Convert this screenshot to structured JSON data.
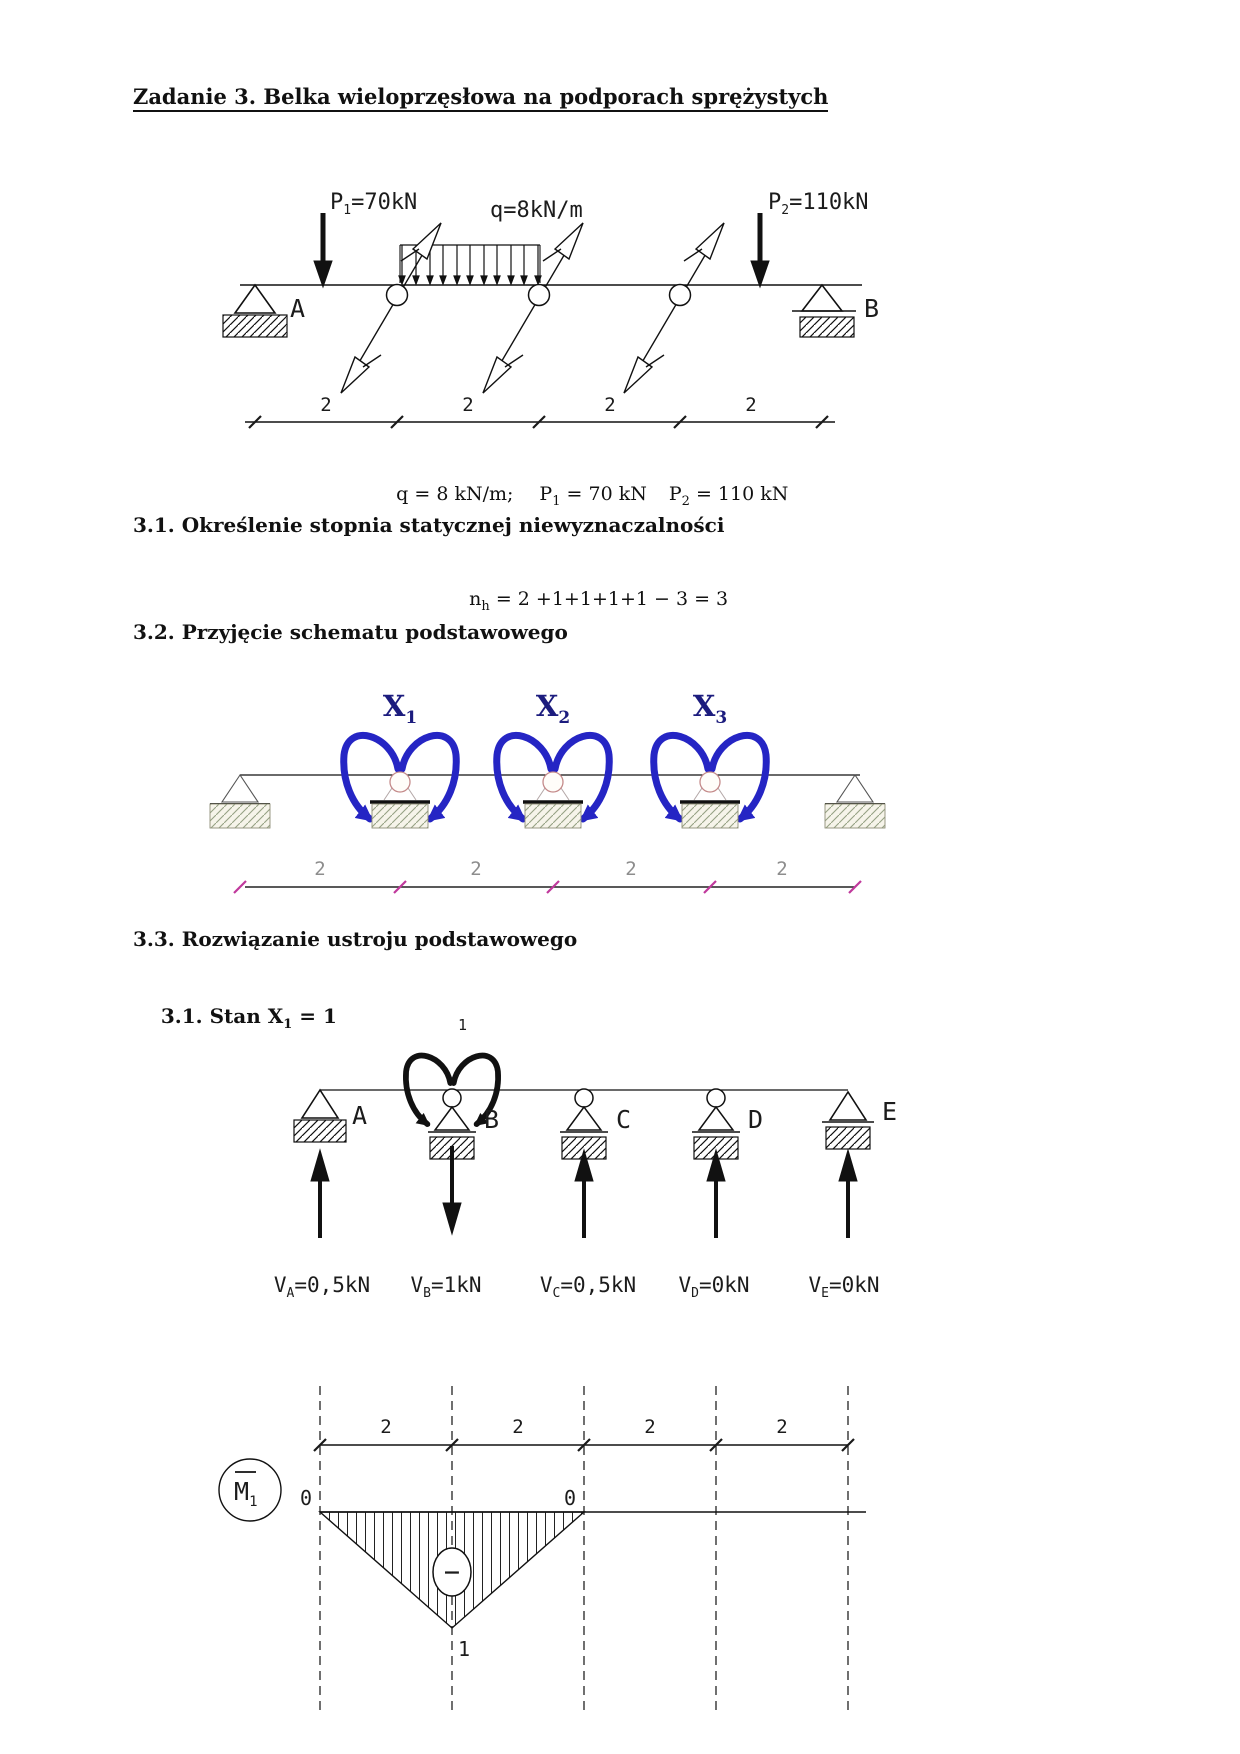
{
  "title": "Zadanie 3. Belka wieloprzęsłowa na podporach sprężystych",
  "beam_diagram": {
    "p1": {
      "base": "P",
      "sub": "1",
      "rest": "=70kN"
    },
    "q_label": "q=8kN/m",
    "p2": {
      "base": "P",
      "sub": "2",
      "rest": "=110kN"
    },
    "support_left": "A",
    "support_right": "B",
    "span_labels": [
      "2",
      "2",
      "2",
      "2"
    ]
  },
  "params": {
    "q": "q = 8 kN/m;",
    "p1_base": "P",
    "p1_sub": "1",
    "p1_rest": " = 70 kN",
    "p2_base": "P",
    "p2_sub": "2",
    "p2_rest": " = 110 kN"
  },
  "sections": {
    "s31": "3.1. Określenie stopnia statycznej niewyznaczalności",
    "s32": "3.2. Przyjęcie schematu podstawowego",
    "s33": "3.3. Rozwiązanie ustroju podstawowego",
    "stan_prefix": "3.1. Stan X",
    "stan_sub": "1",
    "stan_suffix": " = 1"
  },
  "formula": {
    "base": "n",
    "sub": "h",
    "rest": " = 2 +1+1+1+1 − 3 = 3"
  },
  "scheme_diagram": {
    "x1": {
      "base": "X",
      "sub": "1"
    },
    "x2": {
      "base": "X",
      "sub": "2"
    },
    "x3": {
      "base": "X",
      "sub": "3"
    },
    "span_labels": [
      "2",
      "2",
      "2",
      "2"
    ],
    "colors": {
      "moment_blue": "#2525c4",
      "label_navy": "#1c1c7e",
      "tick_magenta": "#c0399c"
    }
  },
  "stan_diagram": {
    "moment_unit": "1",
    "supports": [
      "A",
      "B",
      "C",
      "D",
      "E"
    ],
    "reactions": [
      {
        "base": "V",
        "sub": "A",
        "val": "=0,5kN"
      },
      {
        "base": "V",
        "sub": "B",
        "val": "=1kN"
      },
      {
        "base": "V",
        "sub": "C",
        "val": "=0,5kN"
      },
      {
        "base": "V",
        "sub": "D",
        "val": "=0kN"
      },
      {
        "base": "V",
        "sub": "E",
        "val": "=0kN"
      }
    ],
    "span_labels": [
      "2",
      "2",
      "2",
      "2"
    ],
    "moment_diagram": {
      "badge_base": "M",
      "badge_sub": "1",
      "zero_left": "0",
      "zero_right": "0",
      "peak": "1",
      "sign": "−"
    }
  }
}
